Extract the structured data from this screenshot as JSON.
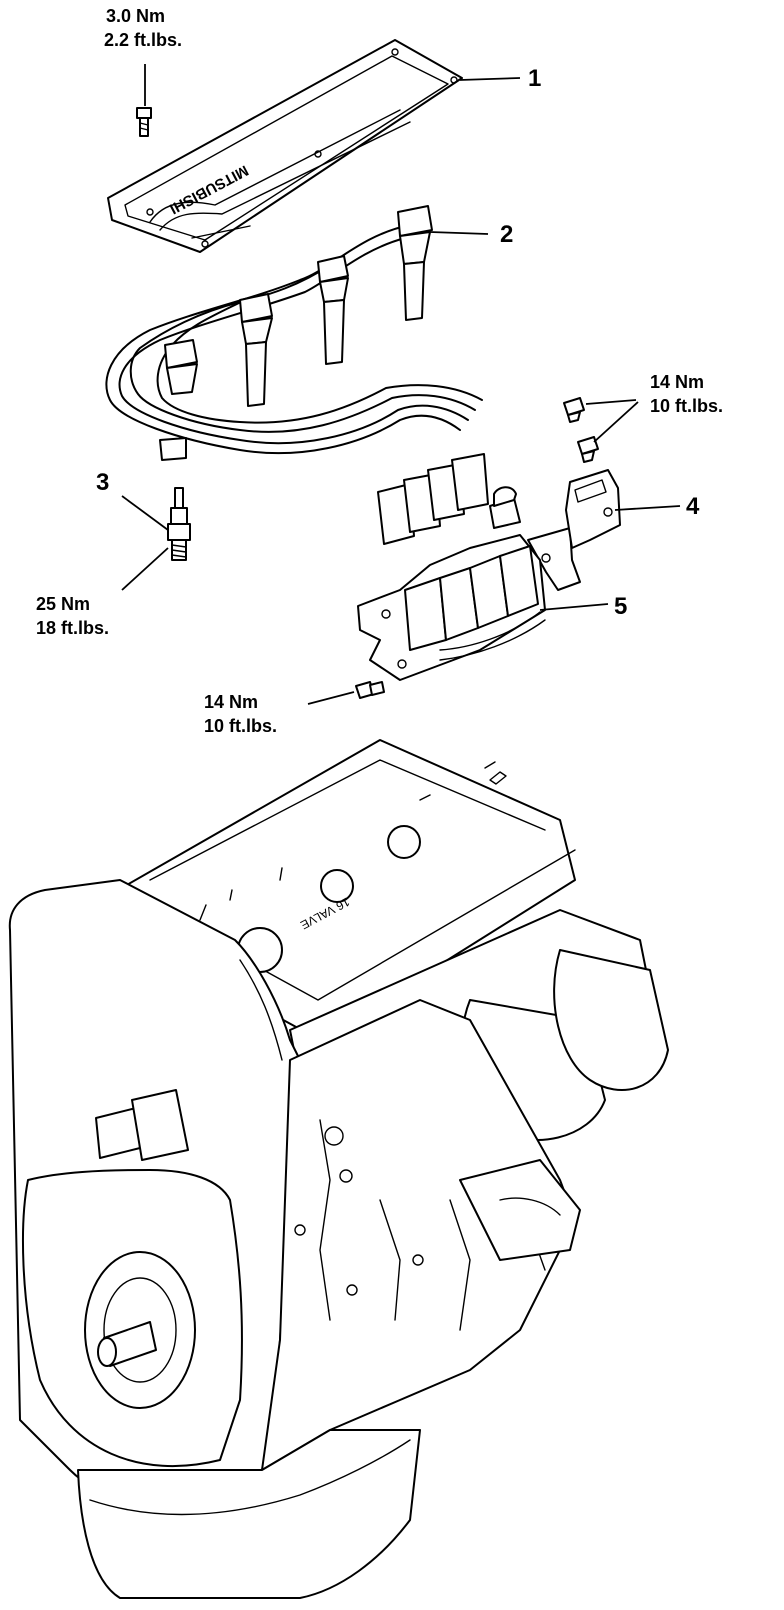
{
  "callouts": {
    "c1": "1",
    "c2": "2",
    "c3": "3",
    "c4": "4",
    "c5": "5"
  },
  "torques": {
    "cover_bolt": {
      "nm": "3.0 Nm",
      "ftlb": "2.2 ft.lbs."
    },
    "bracket_bolts": {
      "nm": "14 Nm",
      "ftlb": "10 ft.lbs."
    },
    "spark_plug": {
      "nm": "25 Nm",
      "ftlb": "18 ft.lbs."
    },
    "coil_bolt": {
      "nm": "14 Nm",
      "ftlb": "10 ft.lbs."
    }
  },
  "cover_logo": "MITSUBISHI",
  "head_casting_text": "16 VALVE"
}
